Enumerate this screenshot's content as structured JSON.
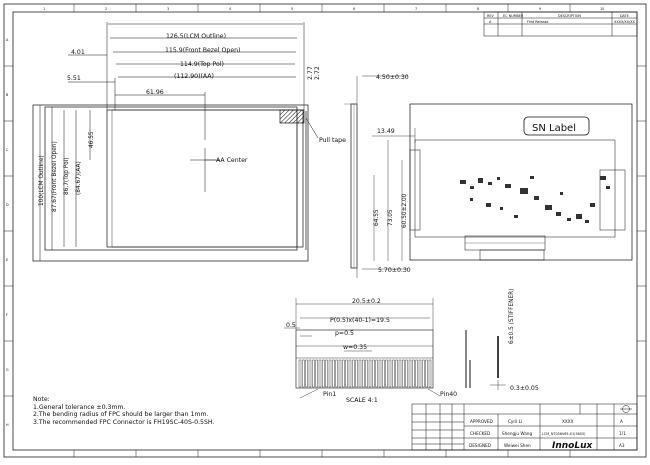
{
  "drawing": {
    "grid_columns": [
      "1",
      "2",
      "3",
      "4",
      "5",
      "6",
      "7",
      "8",
      "9",
      "10"
    ],
    "grid_rows": [
      "A",
      "B",
      "C",
      "D",
      "E",
      "F",
      "G",
      "H"
    ],
    "front_view": {
      "lcm_outline": "126.5(LCM Outline)",
      "front_bezel": "115.9(Front Bezel Open)",
      "top_pol": "114.9(Top Pol)",
      "aa": "(112.90)(AA)",
      "left_4_01": "4.01",
      "left_5_51": "5.51",
      "center_61_96": "61.96",
      "right_2_77": "2.77",
      "right_2_72": "2.72",
      "aa_center": "AA Center",
      "v_46_55": "46.55",
      "v_aa": "(84.67)(AA)",
      "v_top_pol": "86.7(Top Pol)",
      "v_front_bezel": "87.67(Front Bezel Open)",
      "v_lcm_outline": "100(LCM Outline)",
      "pull_tape": "Pull tape"
    },
    "side_view": {
      "top": "4.50±0.30",
      "bottom": "5.70±0.30"
    },
    "back_view": {
      "sn_label": "SN Label",
      "w_13_49": "13.49",
      "v_60_50": "60.50±2.00",
      "v_73_05": "73.05",
      "v_64_55": "64.55"
    },
    "fpc_detail": {
      "width": "20.5±0.2",
      "pitch_formula": "P(0.5)x(40-1)=19.5",
      "pitch": "p=0.5",
      "pad_width": "w=0.35",
      "left_0_5": "0.5",
      "pin1": "Pin1",
      "pin40": "Pin40",
      "scale": "SCALE 4:1",
      "stiffener": "6±0.5 (STIFFENER)",
      "thickness": "0.3±0.05"
    },
    "notes": {
      "title": "Note:",
      "lines": [
        "1.General tolerance ±0.3mm.",
        "2.The bending radius of FPC should be larger than 1mm.",
        "3.The recommended FPC Connector is FH19SC-40S-0.5SH."
      ]
    },
    "revision_table": {
      "headers": [
        "REV",
        "EC NUMBER",
        "DESCRIPTION",
        "DATE"
      ],
      "row": {
        "rev": "A",
        "description": "First Release",
        "date": "XXXX/XX/XX"
      }
    },
    "title_block": {
      "approved_label": "APPROVED",
      "approved_name": "Cyril Li",
      "checked_label": "CHECKED",
      "checked_name": "Shengju Wang",
      "designed_label": "DESIGNED",
      "designed_name": "Weiwei Shen",
      "doc_no": "XXXX",
      "part_desc": "LCM_NT056V65-X1(5603)",
      "rev_value": "A",
      "sheet_value": "1/1",
      "size_value": "A3",
      "logo": "InnoLux"
    }
  }
}
